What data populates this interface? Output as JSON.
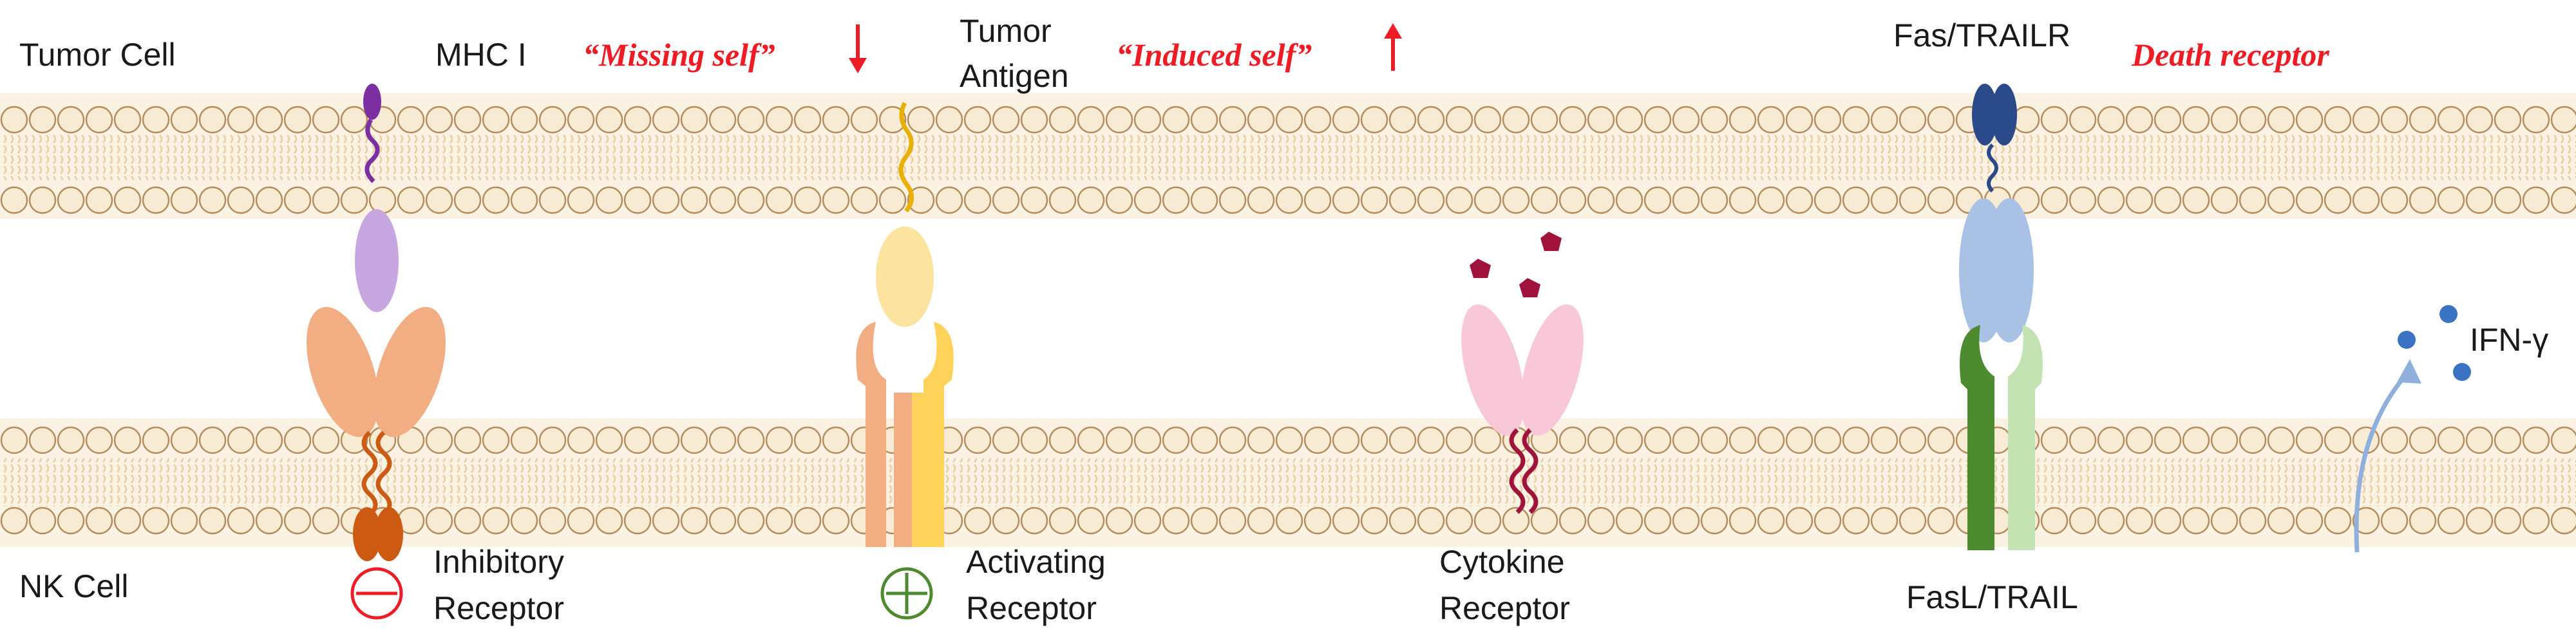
{
  "labels": {
    "tumor_cell": "Tumor Cell",
    "nk_cell": "NK Cell",
    "mhc": "MHC  I",
    "missing_self": "“Missing self”",
    "tumor": "Tumor",
    "antigen": "Antigen",
    "induced_self": "“Induced self”",
    "fas_trailr": "Fas/TRAILR",
    "death_receptor": "Death receptor",
    "inhibitory": "Inhibitory",
    "activating": "Activating",
    "cytokine": "Cytokine",
    "receptor": "Receptor",
    "fasl_trail": "FasL/TRAIL",
    "ifn": "IFN-γ"
  },
  "colors": {
    "membrane_band": "#fbf2e4",
    "lipid_head": "#f8ebd3",
    "lipid_stroke": "#b58d5c",
    "red": "#ee1c25",
    "green": "#4e8a2f",
    "mhc_purple": "#7b2fa0",
    "mhc_lavender": "#c8a6e0",
    "inhibitory_peach": "#f3ad82",
    "inhibitory_dark": "#cc5a12",
    "antigen_yellow": "#fce3a0",
    "antigen_stroke": "#e8b000",
    "activating_orange": "#f3ad82",
    "activating_yellow": "#ffd35a",
    "cytokine_pink": "#f8c8d8",
    "cytokine_maroon": "#a0143c",
    "fas_navy": "#2a4a8a",
    "fas_lightblue": "#a9c1e4",
    "fasl_darkgreen": "#4e8a2f",
    "fasl_lightgreen": "#c4e3b2",
    "ifn_blue": "#3a73c2",
    "arrow_lightblue": "#8fb0dc"
  },
  "icons": [
    "down-arrow-icon",
    "up-arrow-icon",
    "minus-circle-icon",
    "plus-circle-icon"
  ]
}
